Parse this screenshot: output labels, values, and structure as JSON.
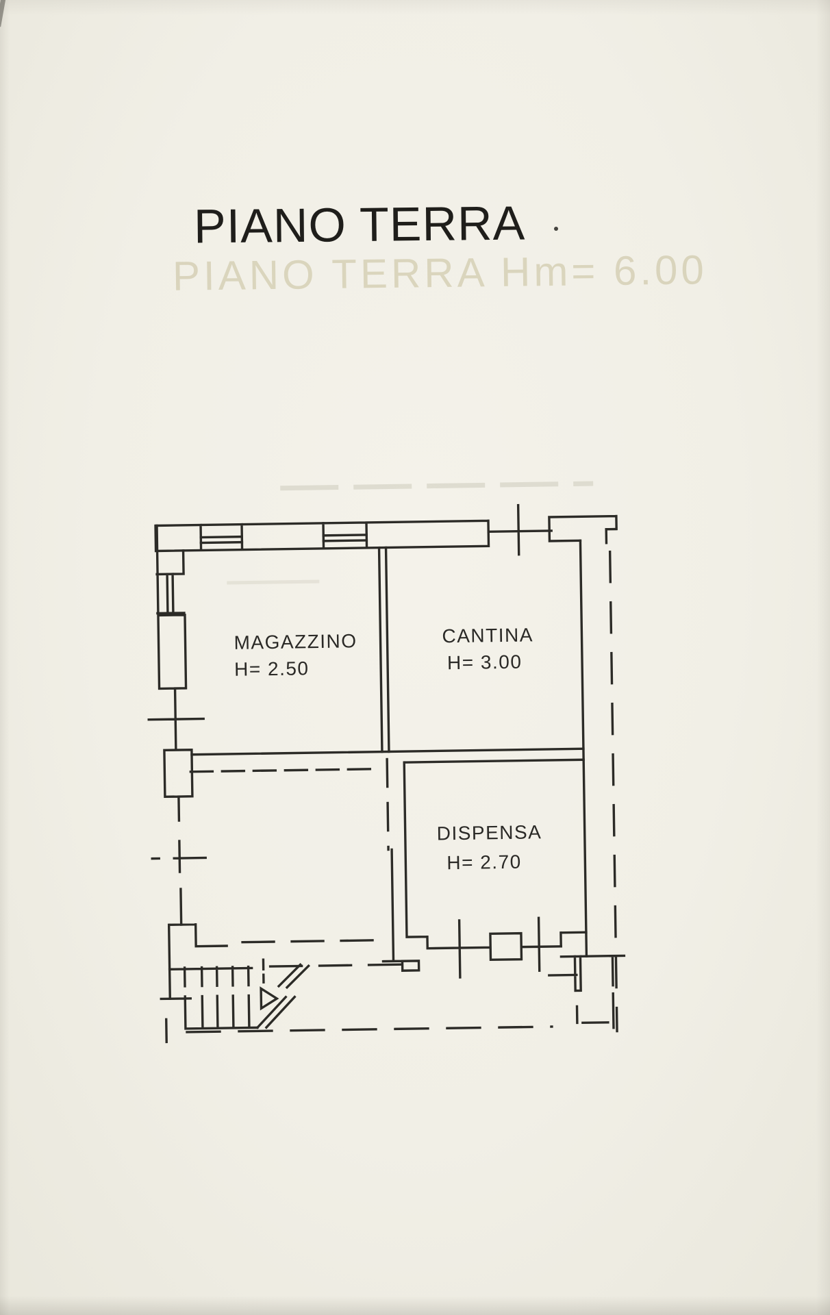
{
  "document": {
    "title": "PIANO TERRA",
    "ghost_text": "PIANO TERRA Hm= 6.00"
  },
  "rooms": [
    {
      "name": "MAGAZZINO",
      "height": "H= 2.50"
    },
    {
      "name": "CANTINA",
      "height": "H= 3.00"
    },
    {
      "name": "DISPENSA",
      "height": "H= 2.70"
    }
  ],
  "colors": {
    "paper": "#f1efe6",
    "ink": "#2c2b27",
    "ghost_text": "#cfc49a",
    "smudge": "#c9c8b8"
  }
}
